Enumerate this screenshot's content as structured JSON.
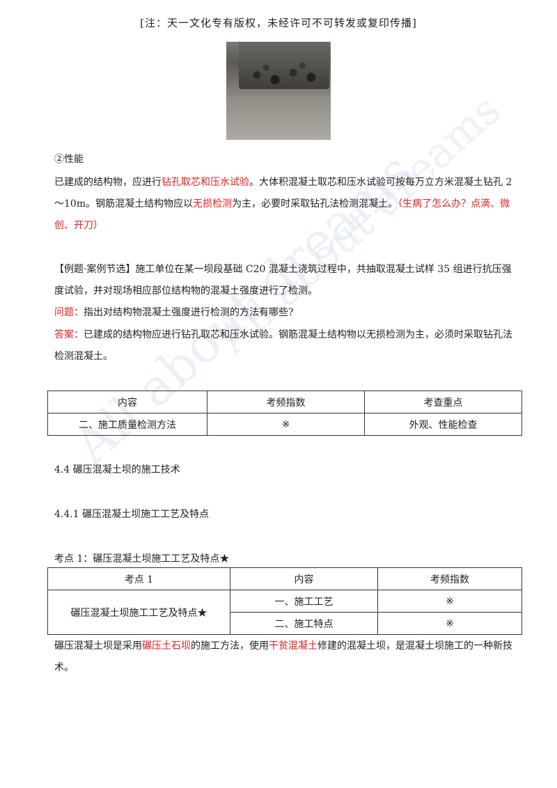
{
  "header_note": "[注：天一文化专有版权，未经许可不可转发或复印传播]",
  "watermark": "All about dreams",
  "performance_heading": "②性能",
  "performance_para": {
    "p1": "已建成的结构物，应进行",
    "p2": "钻孔取芯和压水试验",
    "p3": "。大体积混凝土取芯和压水试验可按每万立方米混凝土钻孔 2～10m。钢筋混凝土结构物应以",
    "p4": "无损检测",
    "p5": "为主，必要时采取钻孔法检测混凝土。",
    "p6": "（生病了怎么办？点滴、微创、开刀）"
  },
  "example": {
    "para": "【例题·案例节选】施工单位在某一坝段基础 C20 混凝土浇筑过程中，共抽取混凝土试样 35 组进行抗压强度试验，并对现场相应部位结构物的混凝土强度进行了检测。",
    "question_label": "问题：",
    "question": "指出对结构物混凝土强度进行检测的方法有哪些?",
    "answer_label": "答案：",
    "answer": "已建成的结构物应进行钻孔取芯和压水试验。钢筋混凝土结构物以无损检测为主，必须时采取钻孔法检测混凝土。"
  },
  "table1": {
    "headers": [
      "内容",
      "考频指数",
      "考查重点"
    ],
    "row": [
      "二、施工质量检测方法",
      "※",
      "外观、性能检查"
    ]
  },
  "section_44": "4.4 碾压混凝土坝的施工技术",
  "section_441": "4.4.1 碾压混凝土坝施工工艺及特点",
  "kaodian_title": "考点 1：碾压混凝土坝施工工艺及特点★",
  "table2": {
    "headers": [
      "考点 1",
      "内容",
      "考频指数"
    ],
    "topic": "碾压混凝土坝施工工艺及特点★",
    "rows": [
      {
        "content": "一、施工工艺",
        "freq": "※"
      },
      {
        "content": "二、施工特点",
        "freq": "※"
      }
    ]
  },
  "final_para": {
    "p1": "碾压混凝土坝是采用",
    "p2": "碾压土石坝",
    "p3": "的施工方法，使用",
    "p4": "干贫混凝土",
    "p5": "修建的混凝土坝，是混凝土坝施工的一种新技术。"
  }
}
